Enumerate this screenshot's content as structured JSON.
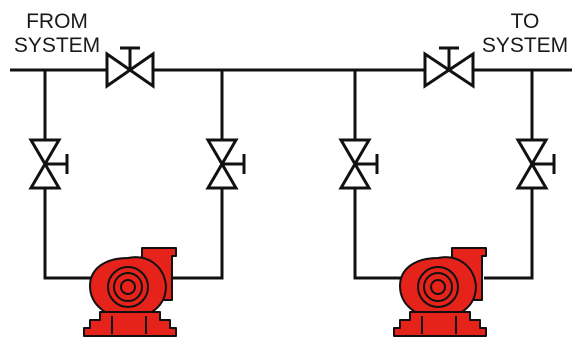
{
  "labels": {
    "from_line1": "FROM",
    "from_line2": "SYSTEM",
    "to_line1": "TO",
    "to_line2": "SYSTEM"
  },
  "colors": {
    "pipe": "#111111",
    "pump": "#e5231b",
    "pump_outline": "#111111"
  },
  "icons": {
    "valve": "gate-valve-icon",
    "pump": "centrifugal-pump-icon"
  }
}
